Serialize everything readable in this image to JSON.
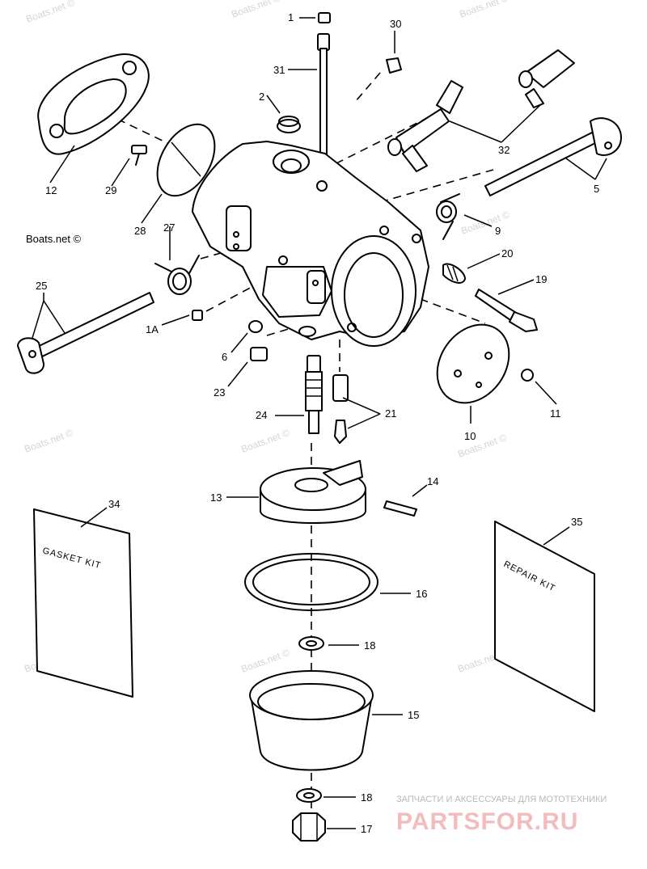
{
  "diagram": {
    "part_numbers": [
      "1",
      "1A",
      "2",
      "5",
      "6",
      "9",
      "10",
      "11",
      "12",
      "13",
      "14",
      "15",
      "16",
      "17",
      "18",
      "19",
      "20",
      "21",
      "23",
      "24",
      "25",
      "27",
      "28",
      "29",
      "30",
      "31",
      "32",
      "34",
      "35"
    ],
    "labels": {
      "p1": "1",
      "p1a": "1A",
      "p2": "2",
      "p5": "5",
      "p6": "6",
      "p9": "9",
      "p10": "10",
      "p11": "11",
      "p12": "12",
      "p13": "13",
      "p14": "14",
      "p15": "15",
      "p16": "16",
      "p17": "17",
      "p18a": "18",
      "p18b": "18",
      "p19": "19",
      "p20": "20",
      "p21": "21",
      "p23": "23",
      "p24": "24",
      "p25": "25",
      "p27": "27",
      "p28": "28",
      "p29": "29",
      "p30": "30",
      "p31": "31",
      "p32": "32",
      "p34": "34",
      "p35": "35"
    },
    "gasket_kit_label": "GASKET KIT",
    "repair_kit_label": "REPAIR KIT"
  },
  "watermark": "Boats.net ©",
  "branding": {
    "tagline": "ЗАПЧАСТИ И АКСЕССУАРЫ ДЛЯ МОТОТЕХНИКИ",
    "logo": "PARTSFOR.RU"
  }
}
